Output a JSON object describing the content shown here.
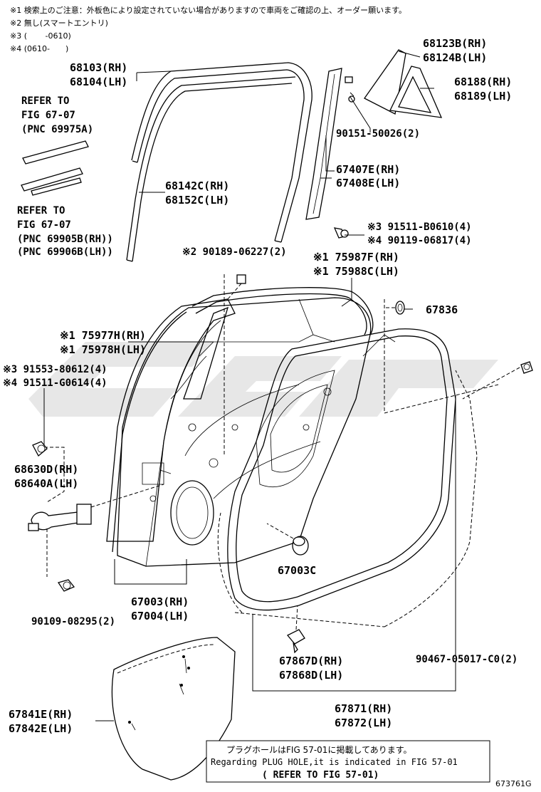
{
  "notes": {
    "n1": "※1 検索上のご注意：外板色により設定されていない場合がありますので車両をご確認の上、オーダー願います。",
    "n2": "※2 無し(スマートエントリ)",
    "n3": "※3 (　　 -0610)",
    "n4": "※4 (0610-　　)"
  },
  "labels": {
    "p68103": "68103(RH)",
    "p68104": "68104(LH)",
    "p68123b": "68123B(RH)",
    "p68124b": "68124B(LH)",
    "p68188": "68188(RH)",
    "p68189": "68189(LH)",
    "refer1_a": "REFER TO",
    "refer1_b": "FIG 67-07",
    "refer1_c": "(PNC 69975A)",
    "p90151": "90151-50026(2)",
    "p67407e": "67407E(RH)",
    "p67408e": "67408E(LH)",
    "p68142c": "68142C(RH)",
    "p68152c": "68152C(LH)",
    "refer2_a": "REFER TO",
    "refer2_b": "FIG 67-07",
    "refer2_c": "(PNC 69905B(RH))",
    "refer2_d": "(PNC 69906B(LH))",
    "p91511b": "※3 91511-B0610(4)",
    "p90119": "※4 90119-06817(4)",
    "p90189": "※2 90189-06227(2)",
    "p75987f": "※1 75987F(RH)",
    "p75988c": "※1 75988C(LH)",
    "p67836": "67836",
    "p75977h": "※1 75977H(RH)",
    "p75978h": "※1 75978H(LH)",
    "p91553": "※3 91553-80612(4)",
    "p91511g": "※4 91511-G0614(4)",
    "p68630d": "68630D(RH)",
    "p68640a": "68640A(LH)",
    "p67003c": "67003C",
    "p67003": "67003(RH)",
    "p67004": "67004(LH)",
    "p90109": "90109-08295(2)",
    "p67867d": "67867D(RH)",
    "p67868d": "67868D(LH)",
    "p90467": "90467-05017-C0(2)",
    "p67841e": "67841E(RH)",
    "p67842e": "67842E(LH)",
    "p67871": "67871(RH)",
    "p67872": "67872(LH)"
  },
  "notice": {
    "jp": "プラグホールはFIG 57-01に掲載してあります。",
    "en": "Regarding PLUG HOLE,it is indicated in FIG 57-01",
    "ref": "(  REFER TO FIG 57-01)"
  },
  "figure_code": "673761G"
}
